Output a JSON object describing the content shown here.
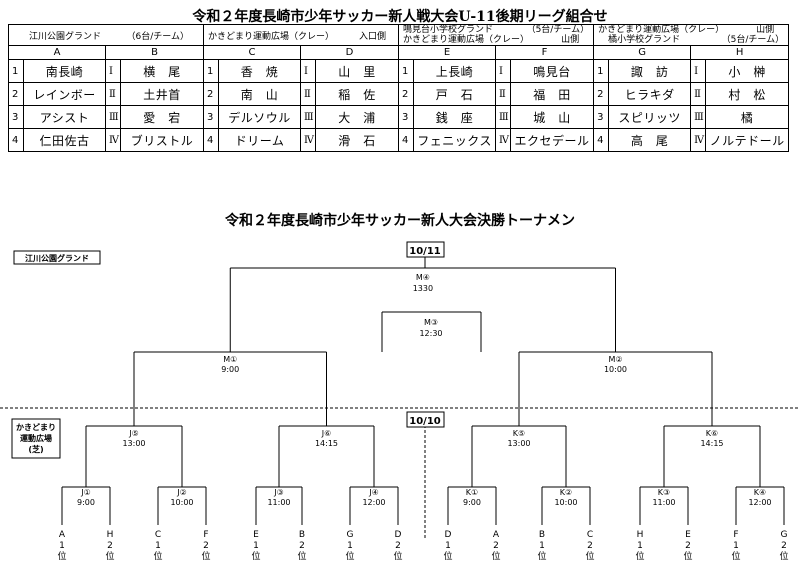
{
  "title": "令和２年度長崎市少年サッカー新人戦大会U-11後期リーグ組合せ",
  "venues": {
    "v1": {
      "name": "江川公園グランド",
      "note": "（6台/チーム）"
    },
    "v2": {
      "name": "かきどまり運動広場（クレー）",
      "note": "入口側"
    },
    "v3": {
      "line1": "鳴見台小学校グランド",
      "line1_note": "（5台/チーム）",
      "line2": "かきどまり運動広場（クレー）",
      "line2_note": "山側"
    },
    "v4": {
      "line1": "かきどまり運動広場（クレー）",
      "line1_note": "山側",
      "line2": "橘小学校グランド",
      "line2_note": "（5台/チーム）"
    }
  },
  "group_headers": [
    "A",
    "B",
    "C",
    "D",
    "E",
    "F",
    "G",
    "H"
  ],
  "row_numbers": [
    "1",
    "2",
    "3",
    "4"
  ],
  "roman_numbers": [
    "Ⅰ",
    "Ⅱ",
    "Ⅲ",
    "Ⅳ"
  ],
  "groups": {
    "A": [
      "南長崎",
      "レインボー",
      "アシスト",
      "仁田佐古"
    ],
    "B": [
      "横　尾",
      "土井首",
      "愛　宕",
      "ブリストル"
    ],
    "C": [
      "香　焼",
      "南　山",
      "デルソウル",
      "ドリーム"
    ],
    "D": [
      "山　里",
      "稲　佐",
      "大　浦",
      "滑　石"
    ],
    "E": [
      "上長崎",
      "戸　石",
      "銭　座",
      "フェニックス"
    ],
    "F": [
      "鳴見台",
      "福　田",
      "城　山",
      "エクセデール"
    ],
    "G": [
      "諏　訪",
      "ヒラキダ",
      "スピリッツ",
      "高　尾"
    ],
    "H": [
      "小　榊",
      "村　松",
      "橘",
      "ノルテドール"
    ]
  },
  "tournament": {
    "title": "令和２年度長崎市少年サッカー新人大会決勝トーナメン",
    "venue_top": "江川公園グランド",
    "venue_bottom": [
      "かきどまり",
      "運動広場",
      "(芝)"
    ],
    "date_top": "10/11",
    "date_bottom": "10/10",
    "final": {
      "label": "M④",
      "time": "1330"
    },
    "third_place": {
      "label": "M③",
      "time": "12:30"
    },
    "semis": [
      {
        "label": "M①",
        "time": "9:00"
      },
      {
        "label": "M②",
        "time": "10:00"
      }
    ],
    "quarters": [
      {
        "label": "J⑤",
        "time": "13:00"
      },
      {
        "label": "J⑥",
        "time": "14:15"
      },
      {
        "label": "K⑤",
        "time": "13:00"
      },
      {
        "label": "K⑥",
        "time": "14:15"
      }
    ],
    "first_round": [
      {
        "label": "J①",
        "time": "9:00"
      },
      {
        "label": "J②",
        "time": "10:00"
      },
      {
        "label": "J③",
        "time": "11:00"
      },
      {
        "label": "J④",
        "time": "12:00"
      },
      {
        "label": "K①",
        "time": "9:00"
      },
      {
        "label": "K②",
        "time": "10:00"
      },
      {
        "label": "K③",
        "time": "11:00"
      },
      {
        "label": "K④",
        "time": "12:00"
      }
    ],
    "seeds": [
      [
        "A",
        "1",
        "位"
      ],
      [
        "H",
        "2",
        "位"
      ],
      [
        "C",
        "1",
        "位"
      ],
      [
        "F",
        "2",
        "位"
      ],
      [
        "E",
        "1",
        "位"
      ],
      [
        "B",
        "2",
        "位"
      ],
      [
        "G",
        "1",
        "位"
      ],
      [
        "D",
        "2",
        "位"
      ],
      [
        "D",
        "1",
        "位"
      ],
      [
        "A",
        "2",
        "位"
      ],
      [
        "B",
        "1",
        "位"
      ],
      [
        "C",
        "2",
        "位"
      ],
      [
        "H",
        "1",
        "位"
      ],
      [
        "E",
        "2",
        "位"
      ],
      [
        "F",
        "1",
        "位"
      ],
      [
        "G",
        "2",
        "位"
      ]
    ]
  }
}
